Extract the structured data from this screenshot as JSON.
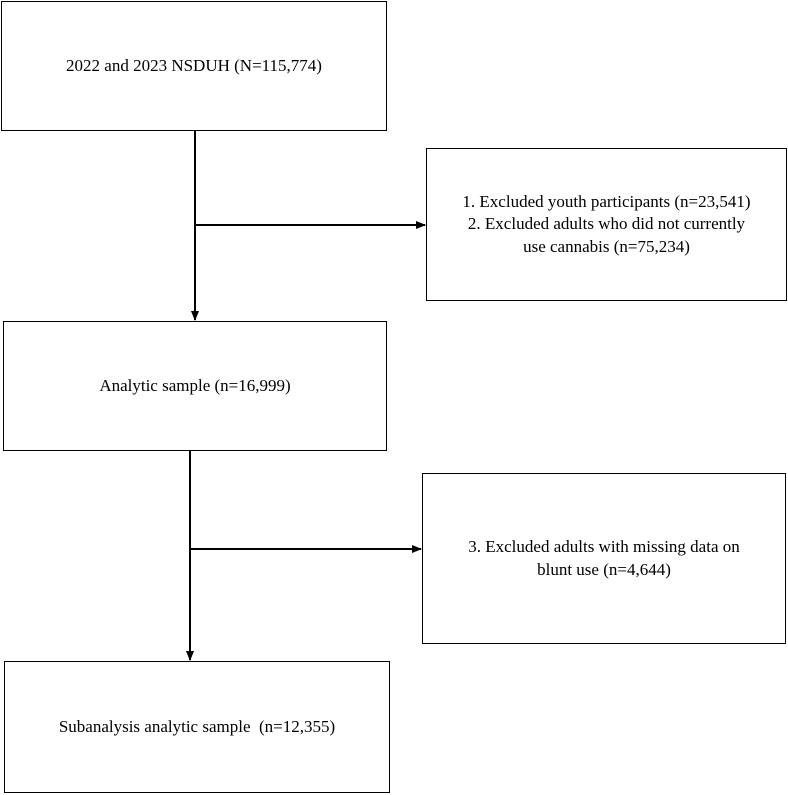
{
  "flowchart": {
    "nodes": [
      {
        "id": "total",
        "lines": [
          "2022 and 2023 NSDUH (N=115,774)"
        ]
      },
      {
        "id": "exclusion-1",
        "lines": [
          "1. Excluded youth participants (n=23,541)",
          "2. Excluded adults who did not currently",
          "use cannabis (n=75,234)"
        ]
      },
      {
        "id": "analytic",
        "lines": [
          "Analytic sample (n=16,999)"
        ]
      },
      {
        "id": "exclusion-2",
        "lines": [
          "3. Excluded adults with missing data on",
          "blunt use (n=4,644)"
        ]
      },
      {
        "id": "subanalysis",
        "lines": [
          "Subanalysis analytic sample  (n=12,355)"
        ]
      }
    ],
    "edges": [
      {
        "from": "total",
        "to": "analytic"
      },
      {
        "from": "total",
        "to": "exclusion-1"
      },
      {
        "from": "analytic",
        "to": "subanalysis"
      },
      {
        "from": "analytic",
        "to": "exclusion-2"
      }
    ],
    "colors": {
      "line": "#000000",
      "box_border": "#000000",
      "background": "#ffffff"
    }
  }
}
